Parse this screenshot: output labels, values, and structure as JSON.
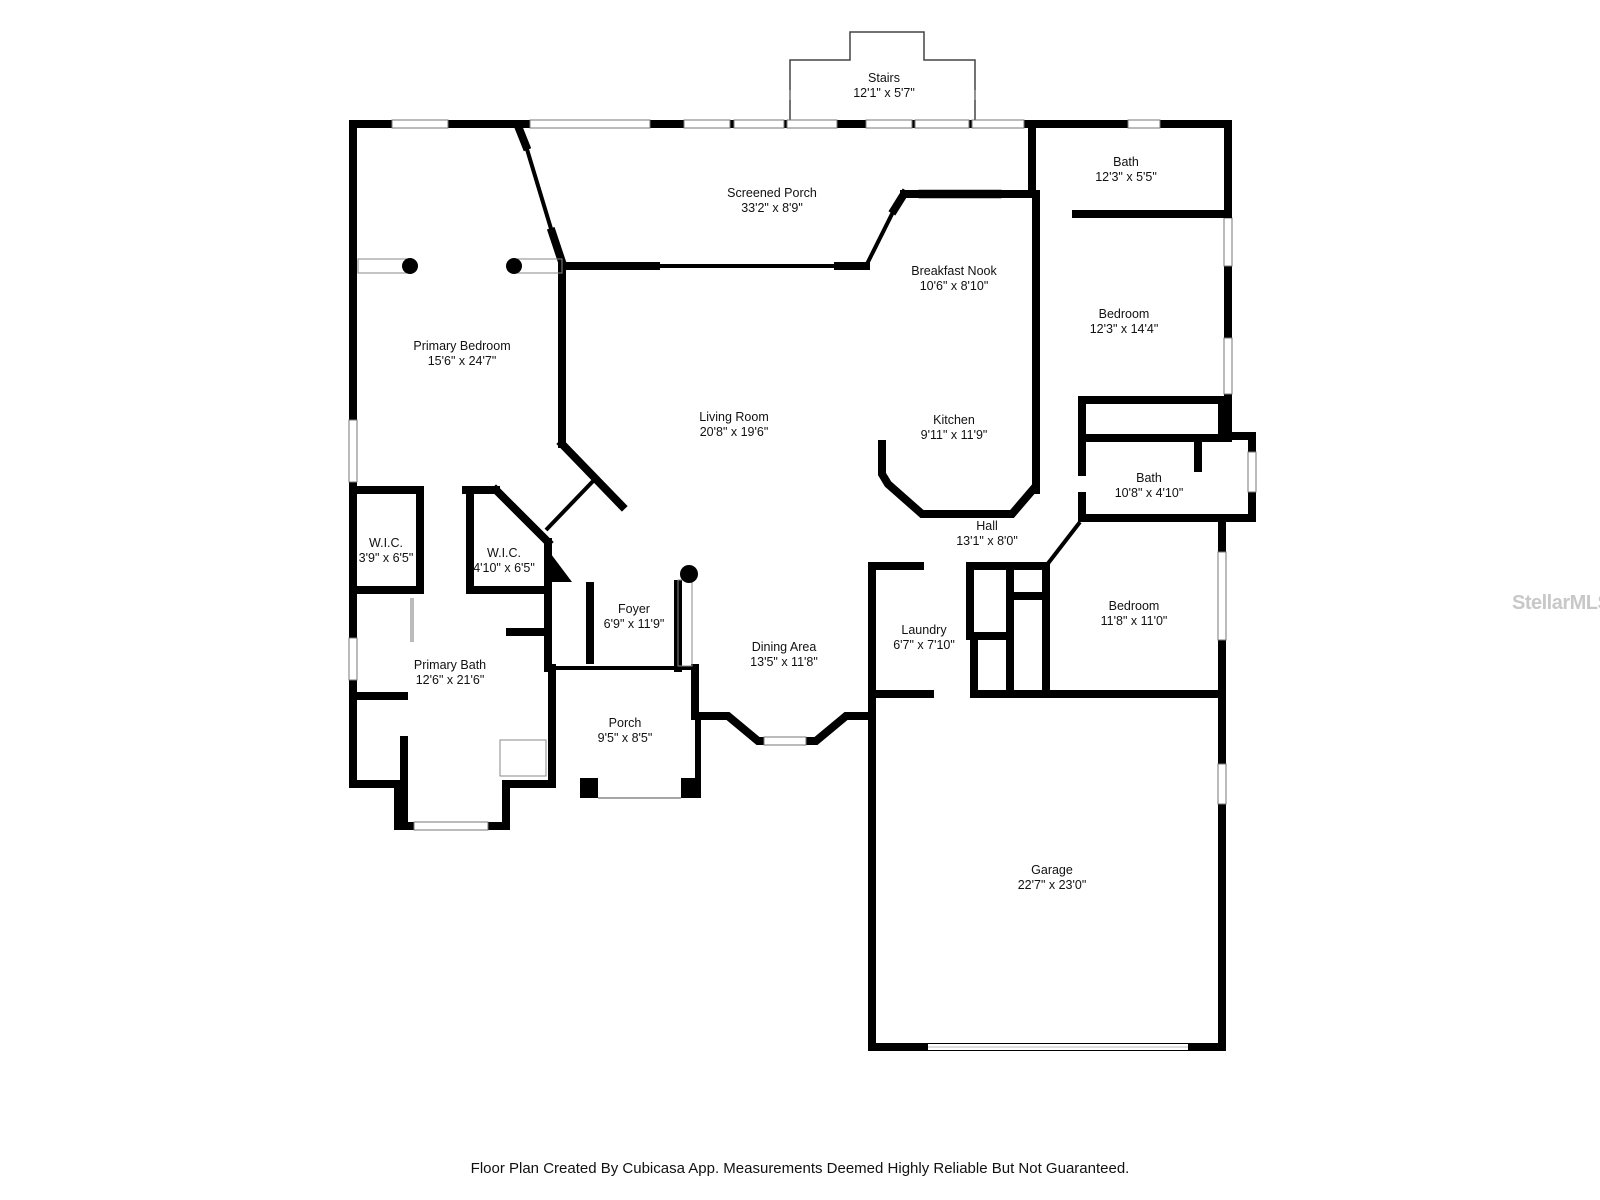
{
  "rooms": {
    "stairs": {
      "name": "Stairs",
      "dim": "12'1\" x 5'7\""
    },
    "screened_porch": {
      "name": "Screened Porch",
      "dim": "33'2\" x 8'9\""
    },
    "bath_top": {
      "name": "Bath",
      "dim": "12'3\" x 5'5\""
    },
    "breakfast_nook": {
      "name": "Breakfast Nook",
      "dim": "10'6\" x 8'10\""
    },
    "bedroom_top": {
      "name": "Bedroom",
      "dim": "12'3\" x 14'4\""
    },
    "primary_bedroom": {
      "name": "Primary Bedroom",
      "dim": "15'6\" x 24'7\""
    },
    "living_room": {
      "name": "Living Room",
      "dim": "20'8\" x 19'6\""
    },
    "kitchen": {
      "name": "Kitchen",
      "dim": "9'11\" x 11'9\""
    },
    "bath_mid": {
      "name": "Bath",
      "dim": "10'8\" x 4'10\""
    },
    "hall": {
      "name": "Hall",
      "dim": "13'1\" x 8'0\""
    },
    "wic_left": {
      "name": "W.I.C.",
      "dim": "3'9\" x 6'5\""
    },
    "wic_right": {
      "name": "W.I.C.",
      "dim": "4'10\" x 6'5\""
    },
    "foyer": {
      "name": "Foyer",
      "dim": "6'9\" x 11'9\""
    },
    "bedroom_bottom": {
      "name": "Bedroom",
      "dim": "11'8\" x 11'0\""
    },
    "laundry": {
      "name": "Laundry",
      "dim": "6'7\" x 7'10\""
    },
    "primary_bath": {
      "name": "Primary Bath",
      "dim": "12'6\" x 21'6\""
    },
    "dining_area": {
      "name": "Dining Area",
      "dim": "13'5\" x 11'8\""
    },
    "porch": {
      "name": "Porch",
      "dim": "9'5\" x 8'5\""
    },
    "garage": {
      "name": "Garage",
      "dim": "22'7\" x 23'0\""
    }
  },
  "footer": "Floor Plan Created By Cubicasa App. Measurements Deemed Highly Reliable But Not Guaranteed.",
  "watermark": "StellarMLS"
}
